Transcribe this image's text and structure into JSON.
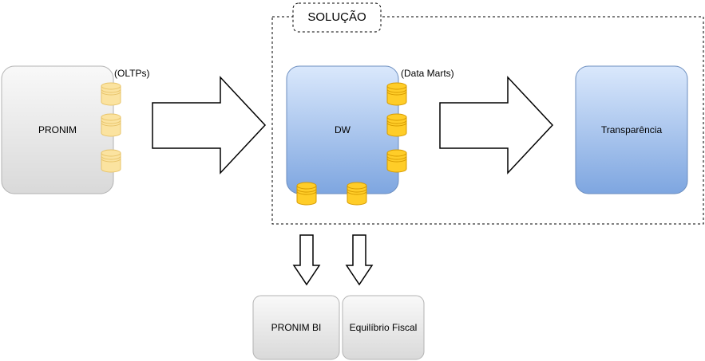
{
  "solution_group": {
    "label": "SOLUÇÃO"
  },
  "nodes": {
    "pronim": {
      "label": "PRONIM",
      "db_caption": "(OLTPs)"
    },
    "dw": {
      "label": "DW",
      "db_caption": "(Data Marts)"
    },
    "transparencia": {
      "label": "Transparência"
    },
    "pronim_bi": {
      "label": "PRONIM BI"
    },
    "equilibrio_fiscal": {
      "label": "Equilíbrio Fiscal"
    }
  },
  "colors": {
    "gray_fill_top": "#f9f9f9",
    "gray_fill_bottom": "#d9d9d9",
    "gray_stroke": "#b3b3b3",
    "blue_fill_top": "#dae8fc",
    "blue_fill_bottom": "#7ea6e0",
    "blue_stroke": "#6c8ebf",
    "db_faded_fill": "#fbe3a0",
    "db_faded_stroke": "#e8c46a",
    "db_solid_fill": "#ffcd28",
    "db_solid_stroke": "#d79b00"
  }
}
